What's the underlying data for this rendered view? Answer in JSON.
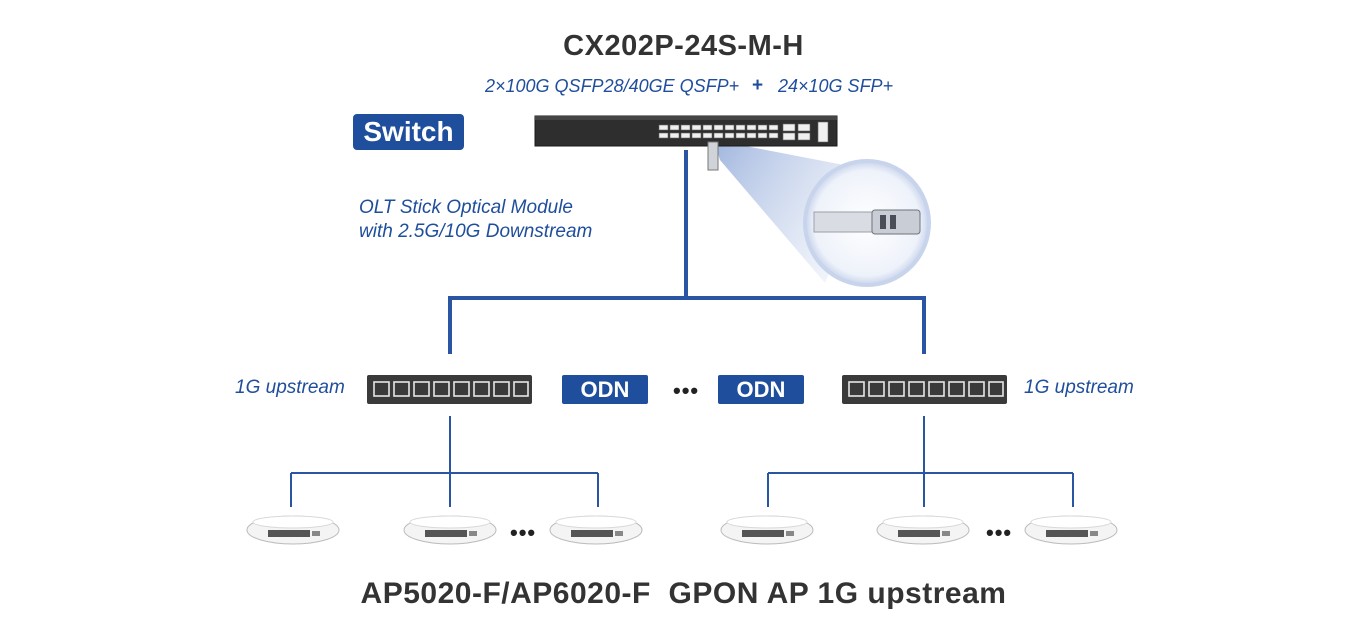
{
  "header": {
    "title": "CX202P-24S-M-H",
    "subtitle_left": "2×100G QSFP28/40GE QSFP+",
    "plus": "+",
    "subtitle_right": "24×10G SFP+"
  },
  "switch_badge": "Switch",
  "module_note": {
    "line1": "OLT Stick Optical Module",
    "line2": "with 2.5G/10G Downstream"
  },
  "middle": {
    "left_label": "1G upstream",
    "right_label": "1G upstream",
    "odn_left": "ODN",
    "odn_right": "ODN",
    "dots": "•••"
  },
  "ap_dots": "•••",
  "footer": "AP5020-F/AP6020-F  GPON AP 1G upstream",
  "colors": {
    "accent": "#1f4e9c",
    "device_dark": "#3a3a3a",
    "line": "#2a55a3"
  }
}
